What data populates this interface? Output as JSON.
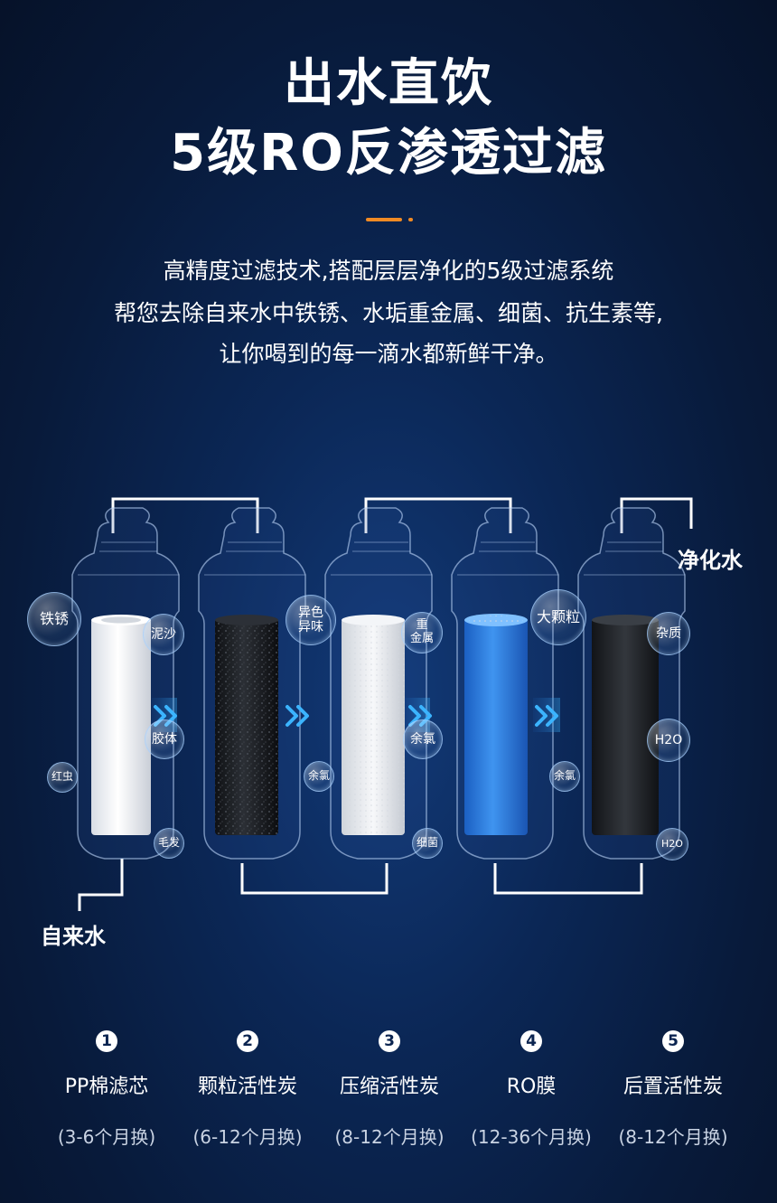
{
  "header": {
    "title_line1": "出水直饮",
    "title_line2": "5级RO反渗透过滤"
  },
  "description": {
    "line1": "高精度过滤技术,搭配层层净化的5级过滤系统",
    "line2": "帮您去除自来水中铁锈、水垢重金属、细菌、抗生素等,",
    "line3": "让你喝到的每一滴水都新鲜干净。"
  },
  "flow": {
    "inlet_label": "自来水",
    "outlet_label": "净化水"
  },
  "bubbles": {
    "tiexiu": "铁锈",
    "nisha": "泥沙",
    "jiaoti": "胶体",
    "hongchong": "红虫",
    "maofa": "毛发",
    "yise": "异色",
    "yiwei": "异味",
    "yulv1": "余氯",
    "zhong": "重",
    "jinshu": "金属",
    "yulv2": "余氯",
    "xijun": "细菌",
    "yulv3": "余氯",
    "dakeli": "大颗粒",
    "zazhi": "杂质",
    "h2o1": "H2O",
    "h2o2": "H2O"
  },
  "steps": [
    {
      "num": "1",
      "name": "PP棉滤芯",
      "life": "(3-6个月换)"
    },
    {
      "num": "2",
      "name": "颗粒活性炭",
      "life": "(6-12个月换)"
    },
    {
      "num": "3",
      "name": "压缩活性炭",
      "life": "(8-12个月换)"
    },
    {
      "num": "4",
      "name": "RO膜",
      "life": "(12-36个月换)"
    },
    {
      "num": "5",
      "name": "后置活性炭",
      "life": "(8-12个月换)"
    }
  ],
  "colors": {
    "background": "#0b2756",
    "accent": "#f08a24",
    "pp_core": "#eef1f5",
    "granular_carbon": "#1c1f24",
    "compressed_carbon": "#f2f3f5",
    "ro_membrane": "#2f7de0",
    "post_carbon": "#202327",
    "arrow": "#2aa8ff"
  }
}
